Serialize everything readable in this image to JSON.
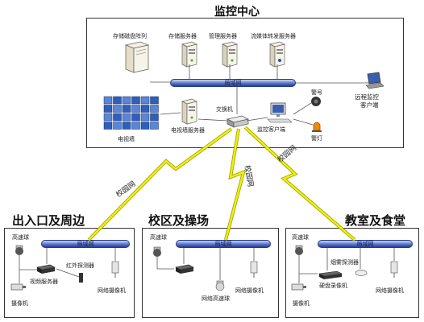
{
  "center": {
    "title": "监控中心",
    "lan": "局域网",
    "storage_array": "存储磁盘阵列",
    "storage_server": "存储服务器",
    "mgmt_server": "管理服务器",
    "stream_server": "流媒体转发服务器",
    "tv_wall": "电视墙",
    "tv_wall_server": "电视墙服务器",
    "switch": "交换机",
    "alarm_horn": "警号",
    "alarm_light": "警灯",
    "monitor_client": "监控客户端",
    "remote_client_line1": "远程监控",
    "remote_client_line2": "客户端"
  },
  "links": {
    "campus_net": "校园网"
  },
  "zones": [
    {
      "title": "出入口及周边",
      "lan": "局域网",
      "ptz": "高速球",
      "camera": "摄像机",
      "video_server": "视频服务器",
      "ir_detector": "红外探测器",
      "net_camera": "网络摄像机"
    },
    {
      "title": "校区及操场",
      "lan": "局域网",
      "ptz": "高速球",
      "net_ptz": "网络高速球",
      "net_camera": "网络摄像机"
    },
    {
      "title": "教室及食堂",
      "lan": "局域网",
      "ptz": "高速球",
      "camera": "摄像机",
      "smoke_detector": "烟雾探测器",
      "dvr": "硬盘录像机",
      "net_camera": "网络摄像机"
    }
  ],
  "colors": {
    "lan_blue": "#3b55b0",
    "bolt_yellow": "#f2f205",
    "bolt_outline": "#9a9a00"
  }
}
